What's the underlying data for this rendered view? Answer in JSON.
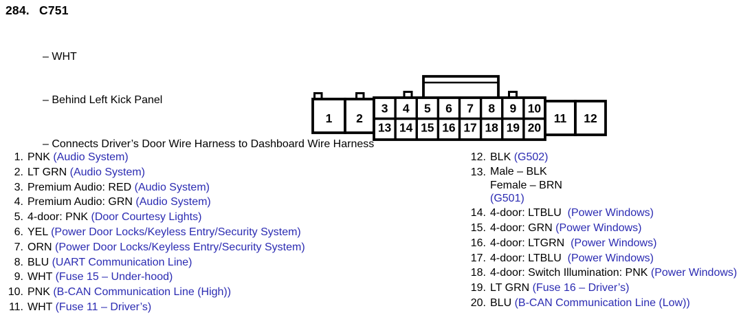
{
  "header": {
    "number": "284.",
    "title": "C751",
    "details": [
      "– WHT",
      "– Behind Left Kick Panel",
      "– Connects Driver’s Door Wire Harness to Dashboard Wire Harness"
    ]
  },
  "colors": {
    "note_blue": "#2b2bb2",
    "ink": "#000000"
  },
  "connector": {
    "left_cells": [
      "1",
      "2"
    ],
    "top_row": [
      "3",
      "4",
      "5",
      "6",
      "7",
      "8",
      "9",
      "10"
    ],
    "bottom_row": [
      "13",
      "14",
      "15",
      "16",
      "17",
      "18",
      "19",
      "20"
    ],
    "right_cells": [
      "11",
      "12"
    ]
  },
  "pins_left": [
    {
      "num": "1.",
      "wire": "PNK ",
      "note": "(Audio System)"
    },
    {
      "num": "2.",
      "wire": "LT GRN ",
      "note": "(Audio System)"
    },
    {
      "num": "3.",
      "wire": "Premium Audio: RED ",
      "note": "(Audio System)"
    },
    {
      "num": "4.",
      "wire": "Premium Audio: GRN ",
      "note": "(Audio System)"
    },
    {
      "num": "5.",
      "wire": "4-door: PNK ",
      "note": "(Door Courtesy Lights)"
    },
    {
      "num": "6.",
      "wire": "YEL ",
      "note": "(Power Door Locks/Keyless Entry/Security System)"
    },
    {
      "num": "7.",
      "wire": "ORN ",
      "note": "(Power Door Locks/Keyless Entry/Security System)"
    },
    {
      "num": "8.",
      "wire": "BLU ",
      "note": "(UART Communication Line)"
    },
    {
      "num": "9.",
      "wire": "WHT ",
      "note": "(Fuse 15 – Under-hood)"
    },
    {
      "num": "10.",
      "wire": "PNK ",
      "note": "(B-CAN Communication Line (High))"
    },
    {
      "num": "11.",
      "wire": "WHT ",
      "note": "(Fuse 11 – Driver’s)"
    }
  ],
  "pins_right": [
    {
      "num": "12.",
      "wire": "BLK ",
      "note": "(G502)"
    },
    {
      "num": "13.",
      "lines": [
        "Male – BLK",
        "Female – BRN"
      ],
      "note": "(G501)"
    },
    {
      "num": "14.",
      "wire": "4-door: LTBLU  ",
      "note": "(Power Windows)"
    },
    {
      "num": "15.",
      "wire": "4-door: GRN ",
      "note": "(Power Windows)"
    },
    {
      "num": "16.",
      "wire": "4-door: LTGRN  ",
      "note": "(Power Windows)"
    },
    {
      "num": "17.",
      "wire": "4-door: LTBLU  ",
      "note": "(Power Windows)"
    },
    {
      "num": "18.",
      "wire": "4-door: Switch Illumination: PNK ",
      "note": "(Power Windows)"
    },
    {
      "num": "19.",
      "wire": "LT GRN ",
      "note": "(Fuse 16 – Driver’s)"
    },
    {
      "num": "20.",
      "wire": "BLU ",
      "note": "(B-CAN Communication Line (Low))"
    }
  ]
}
